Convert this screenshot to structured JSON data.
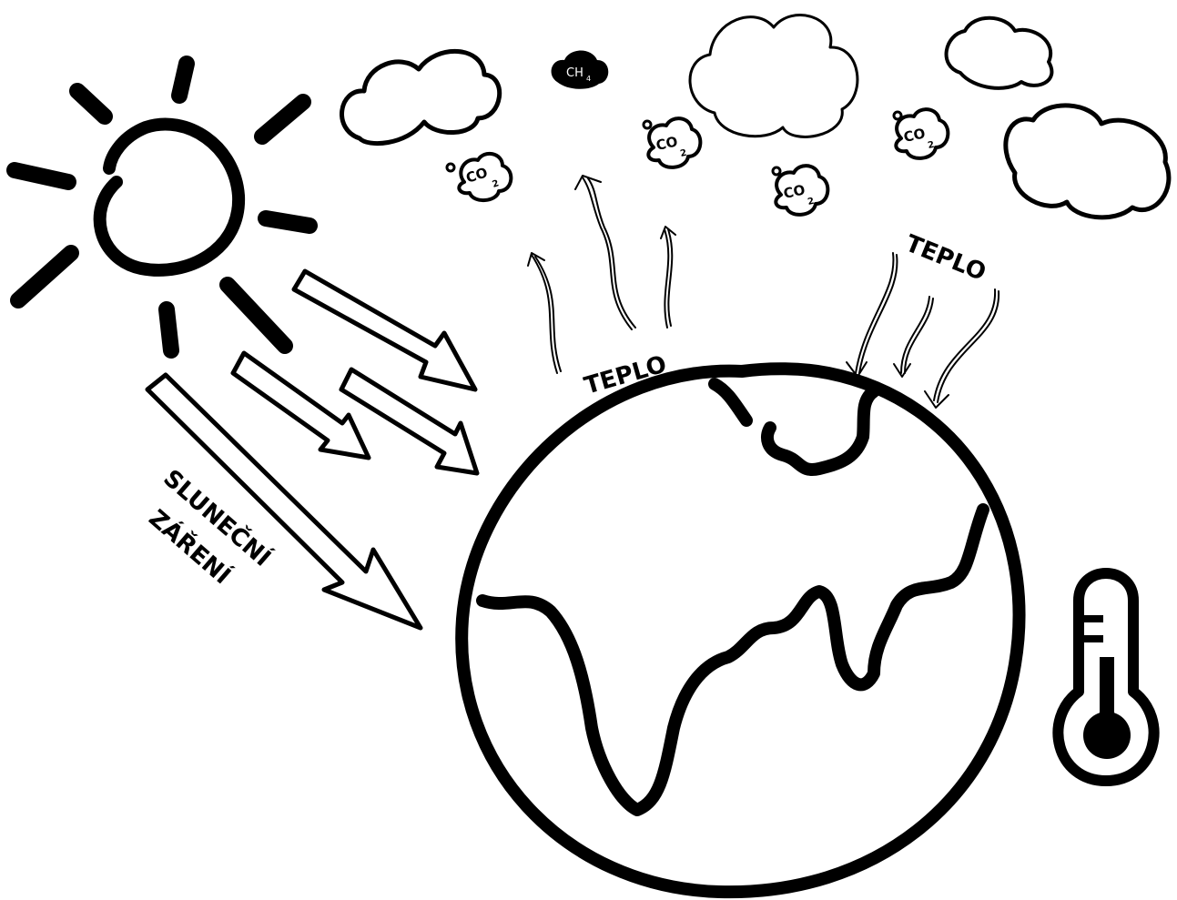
{
  "labels": {
    "solar_radiation_line1": "SLUNEČNÍ",
    "solar_radiation_line2": "ZÁŘENÍ",
    "heat_left": "TEPLO",
    "heat_right": "TEPLO"
  },
  "molecules": {
    "co2_main": "CO",
    "co2_sub": "2",
    "ch4_main": "CH",
    "ch4_sub": "4"
  },
  "icons": [
    "sun-icon",
    "cloud-icon",
    "co2-molecule-icon",
    "ch4-molecule-icon",
    "earth-globe-icon",
    "thermometer-icon",
    "radiation-arrow-icon",
    "heat-wave-icon"
  ],
  "colors": {
    "ink": "#000000",
    "background": "#ffffff"
  }
}
